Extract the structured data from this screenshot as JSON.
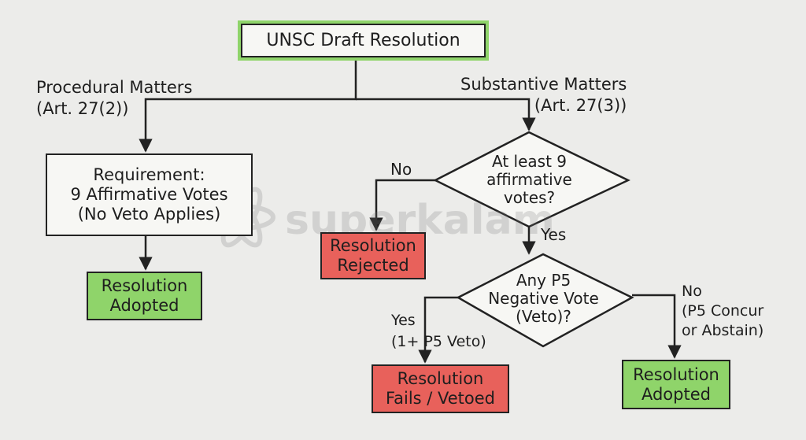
{
  "diagram": {
    "root": "UNSC Draft Resolution",
    "procedural": {
      "label": "Procedural Matters\n(Art. 27(2))",
      "requirement": "Requirement:\n9 Affirmative Votes\n(No Veto Applies)",
      "outcome": "Resolution\nAdopted"
    },
    "substantive": {
      "label": "Substantive Matters\n(Art. 27(3))",
      "decision_votes": "At least 9\naffirmative\nvotes?",
      "no_label": "No",
      "rejected": "Resolution\nRejected",
      "yes_label": "Yes",
      "decision_veto": "Any P5\nNegative Vote\n(Veto)?",
      "veto_yes_label": "Yes\n(1+ P5 Veto)",
      "vetoed": "Resolution\nFails / Vetoed",
      "veto_no_label": "No\n(P5 Concur\nor Abstain)",
      "adopted": "Resolution\nAdopted"
    }
  },
  "watermark": "superkalam",
  "colors": {
    "adopted": "#8fd46a",
    "rejected": "#e8615b",
    "line": "#222222",
    "background": "#ececea"
  }
}
